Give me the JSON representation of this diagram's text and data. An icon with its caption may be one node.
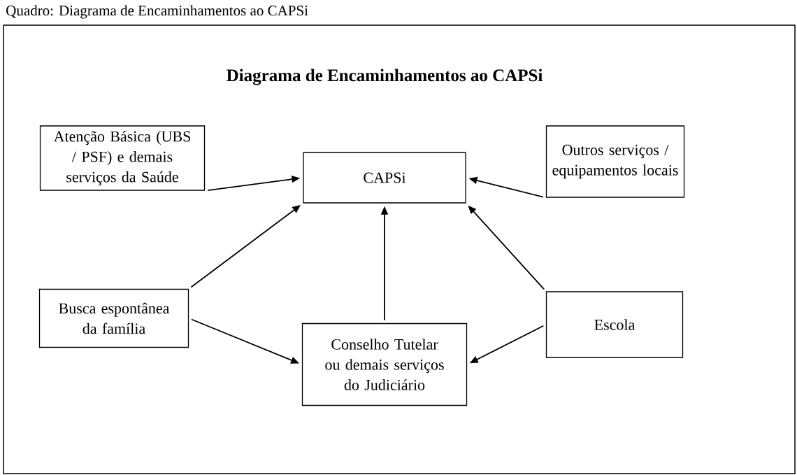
{
  "diagram": {
    "caption": "Quadro: Diagrama de Encaminhamentos ao CAPSi",
    "title": "Diagrama de Encaminhamentos ao CAPSi",
    "nodes": [
      {
        "text": [
          "Atenção Básica (UBS / PSF) e demais serviços da Saúde"
        ]
      },
      {
        "text": [
          "Outros serviços / equipamentos locais"
        ]
      },
      {
        "text": [
          "CAPSi"
        ]
      },
      {
        "text": [
          "Busca espontânea da família"
        ]
      },
      {
        "text": [
          "Conselho Tutelar ou demais serviços do Judiciário"
        ]
      },
      {
        "text": [
          "Escola"
        ]
      }
    ],
    "edges": [
      {
        "from": 0,
        "to": 2,
        "arrow": "to"
      },
      {
        "from": 1,
        "to": 2,
        "arrow": "to"
      },
      {
        "from": 3,
        "to": 2,
        "arrow": "to"
      },
      {
        "from": 4,
        "to": 2,
        "arrow": "to"
      },
      {
        "from": 5,
        "to": 2,
        "arrow": "to"
      },
      {
        "from": 3,
        "to": 4,
        "arrow": "to"
      },
      {
        "from": 5,
        "to": 4,
        "arrow": "to"
      }
    ]
  }
}
